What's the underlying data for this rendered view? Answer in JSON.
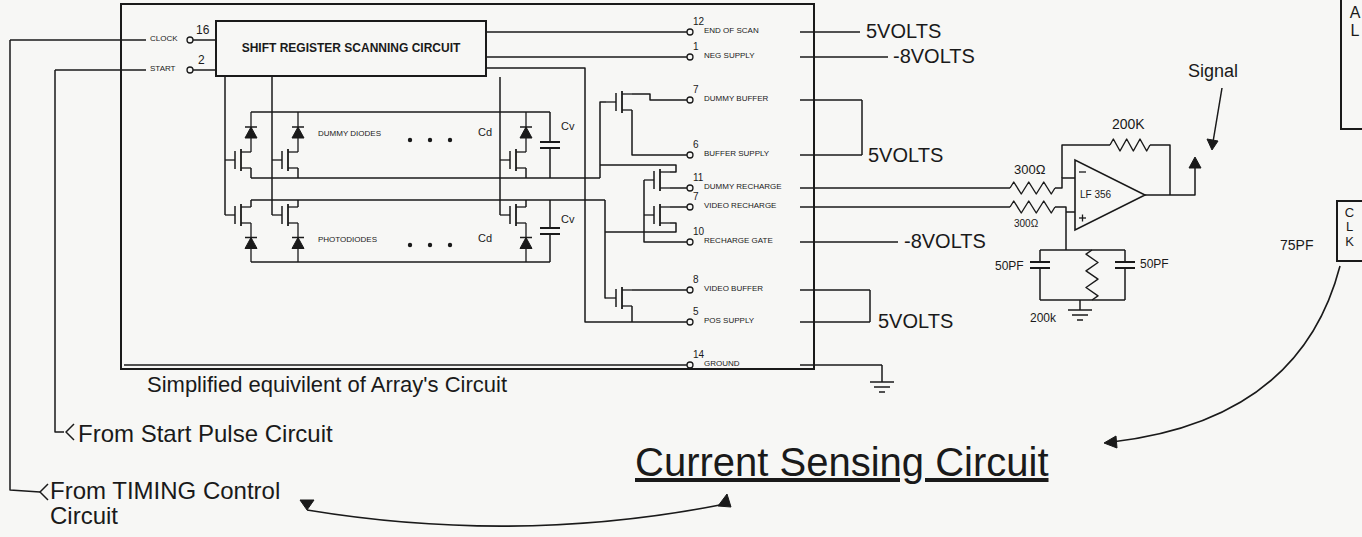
{
  "diagram": {
    "nodes": [
      {
        "text": [
          "Simplified equivilent of Array's Circuit"
        ]
      },
      {
        "text": [
          "SHIFT REGISTER SCANNING CIRCUIT"
        ],
        "in": 0
      },
      {
        "text": [
          "AL"
        ]
      },
      {
        "text": [
          "CLK"
        ]
      }
    ],
    "labels": [
      "CLOCK",
      "16",
      "START",
      "2",
      "12",
      "END OF SCAN",
      "1",
      "NEG SUPPLY",
      "7",
      "DUMMY BUFFER",
      "6",
      "BUFFER SUPPLY",
      "11",
      "DUMMY RECHARGE",
      "7",
      "VIDEO RECHARGE",
      "10",
      "RECHARGE GATE",
      "8",
      "VIDEO BUFFER",
      "5",
      "POS SUPPLY",
      "14",
      "GROUND",
      "DUMMY DIODES",
      "PHOTODIODES",
      "Cd",
      "Cv",
      "Cd",
      "Cv",
      "5VOLTS",
      "-8VOLTS",
      "5VOLTS",
      "-8VOLTS",
      "5VOLTS",
      "300Ω",
      "300Ω",
      "LF 356",
      "200K",
      "50PF",
      "200k",
      "50PF",
      "75PF",
      "Signal",
      "Current Sensing Circuit",
      "From Start Pulse Circuit",
      "From TIMING Control Circuit"
    ]
  }
}
